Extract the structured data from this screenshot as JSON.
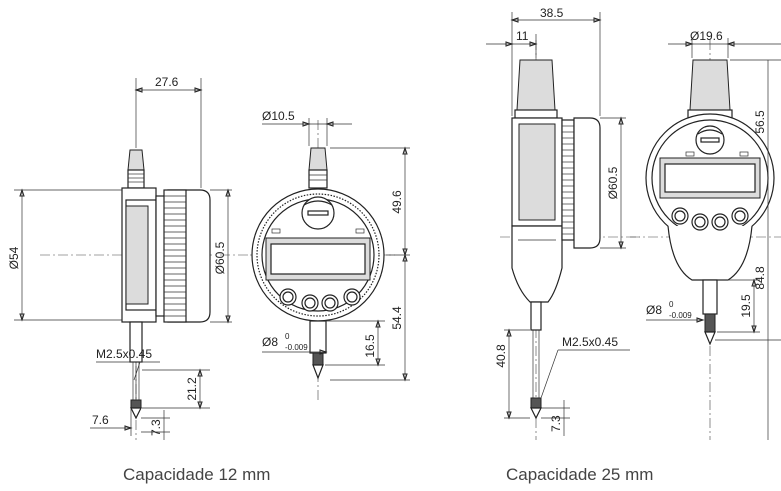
{
  "left_drawing": {
    "caption": "Capacidade 12 mm",
    "dims": {
      "width_27_6": "27.6",
      "dia_54": "Ø54",
      "dia_60_5_side": "Ø60.5",
      "m_thread": "M2.5x0.45",
      "len_21_2": "21.2",
      "len_7_6": "7.6",
      "len_7_3": "7.3",
      "dia_10_5": "Ø10.5",
      "h_49_6": "49.6",
      "h_54_4": "54.4",
      "h_16_5": "16.5",
      "stem_dia": "Ø8",
      "stem_tol_upper": "0",
      "stem_tol_lower": "-0.009"
    }
  },
  "right_drawing": {
    "caption": "Capacidade 25 mm",
    "dims": {
      "width_38_5": "38.5",
      "width_11": "11",
      "dia_19_6": "Ø19.6",
      "dia_60_5": "Ø60.5",
      "h_56_5": "56.5",
      "h_84_8": "84.8",
      "h_19_5": "19.5",
      "len_40_8": "40.8",
      "len_7_3": "7.3",
      "m_thread": "M2.5x0.45",
      "stem_dia": "Ø8",
      "stem_tol_upper": "0",
      "stem_tol_lower": "-0.009"
    }
  }
}
